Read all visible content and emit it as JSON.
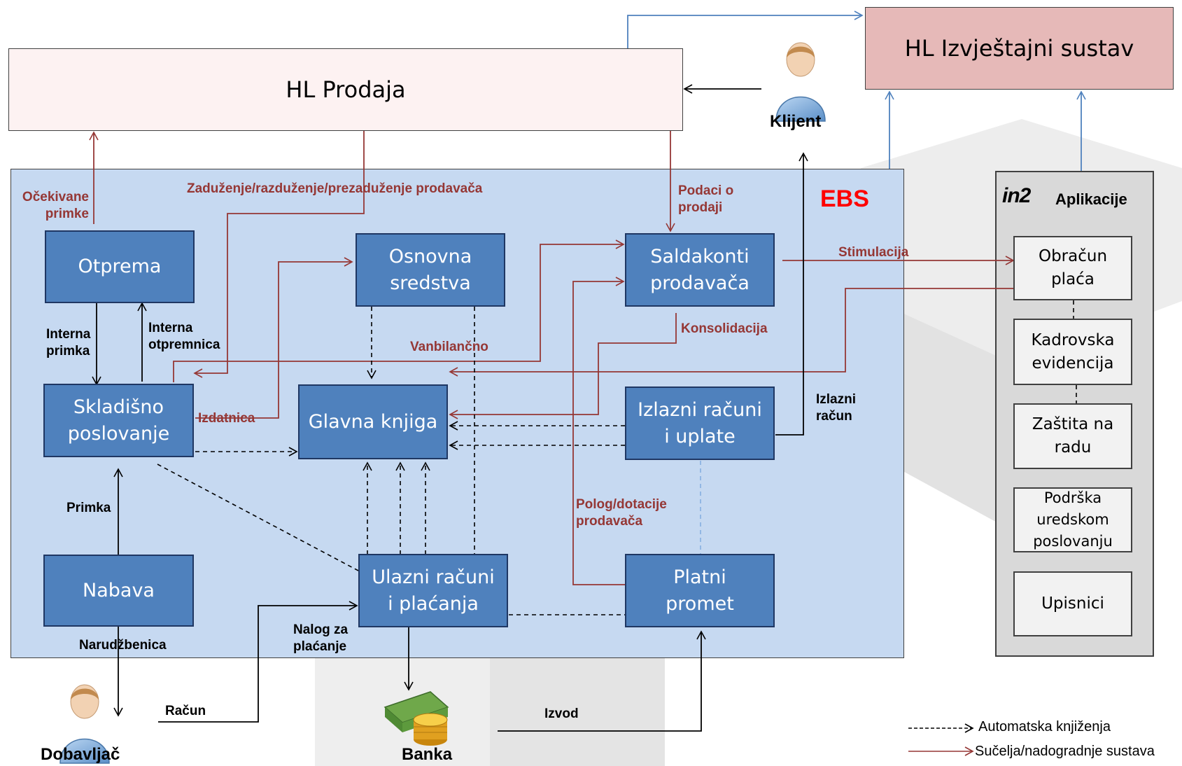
{
  "top": {
    "hl_prodaja": "HL Prodaja",
    "hl_izvjestajni": "HL Izvještajni sustav"
  },
  "ebs": {
    "title": "EBS",
    "modules": {
      "otprema": "Otprema",
      "osnovna": "Osnovna\nsredstva",
      "saldakonti": "Saldakonti\nprodavača",
      "skladisno": "Skladišno\nposlovanje",
      "glavna": "Glavna knjiga",
      "izlazni": "Izlazni računi\ni uplate",
      "nabava": "Nabava",
      "ulazni": "Ulazni računi\ni plaćanja",
      "platni": "Platni\npromet"
    }
  },
  "in2": {
    "logo": "in2",
    "title": "Aplikacije",
    "apps": [
      "Obračun\nplaća",
      "Kadrovska\nevidencija",
      "Zaštita na\nradu",
      "Podrška\nuredskom\nposlovanju",
      "Upisnici"
    ]
  },
  "actors": {
    "klijent": "Klijent",
    "dobavljac": "Dobavljač",
    "banka": "Banka"
  },
  "labels": {
    "ocekivane": "Očekivane\nprimke",
    "zaduzenje": "Zaduženje/razduženje/prezaduženje prodavača",
    "podaci": "Podaci o\nprodaji",
    "stimulacija": "Stimulacija",
    "konsolidacija": "Konsolidacija",
    "vanbilancno": "Vanbilančno",
    "izdatnica": "Izdatnica",
    "polog": "Polog/dotacije\nprodavača",
    "interna_primka": "Interna\nprimka",
    "interna_otpremnica": "Interna\notpremnica",
    "izlazni_racun": "Izlazni\nračun",
    "primka": "Primka",
    "narudzbenica": "Narudžbenica",
    "nalog": "Nalog za\nplaćanje",
    "racun": "Račun",
    "izvod": "Izvod"
  },
  "legend": {
    "auto": "Automatska  knjiženja",
    "sucelja": "Sučelja/nadogradnje sustava"
  },
  "colors": {
    "module_fill": "#4f81bd",
    "ebs_fill": "#c6d9f1",
    "interface_line": "#953735",
    "report_line": "#4f81bd",
    "ebs_title": "#ff0000",
    "izvjestajni_fill": "#e6b9b8"
  }
}
